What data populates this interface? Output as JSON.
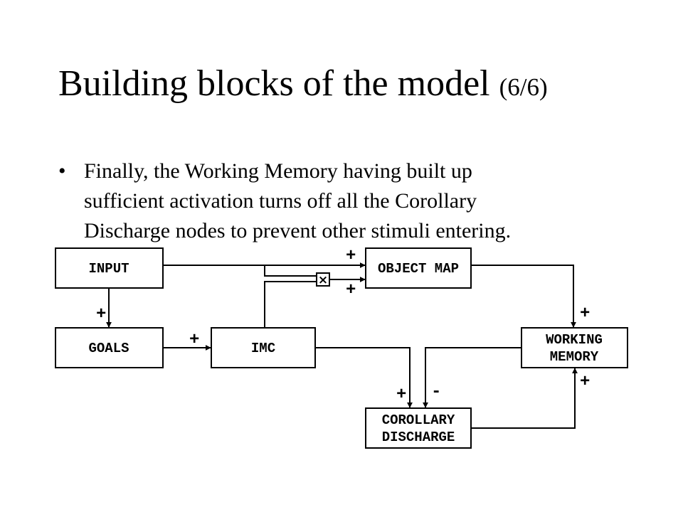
{
  "slide": {
    "title": "Building blocks of the model",
    "title_suffix": "(6/6)",
    "bullet_symbol": "•",
    "bullet_lines": [
      "Finally, the Working Memory having built up",
      "sufficient activation turns off all the Corollary",
      "Discharge nodes to prevent other stimuli entering."
    ]
  },
  "diagram": {
    "boxes": {
      "input": "INPUT",
      "goals": "GOALS",
      "imc": "IMC",
      "object_map": "OBJECT MAP",
      "working_memory": [
        "WORKING",
        "MEMORY"
      ],
      "corollary_discharge": [
        "COROLLARY",
        "DISCHARGE"
      ]
    },
    "signs": {
      "input_to_goals": "+",
      "goals_to_imc": "+",
      "input_to_object_map": "+",
      "imc_to_object_map": "+",
      "object_map_to_working_memory": "+",
      "corollary_to_working_memory": "+",
      "imc_to_corollary": "+",
      "working_memory_to_corollary": "-"
    },
    "gate_symbol": "×"
  }
}
